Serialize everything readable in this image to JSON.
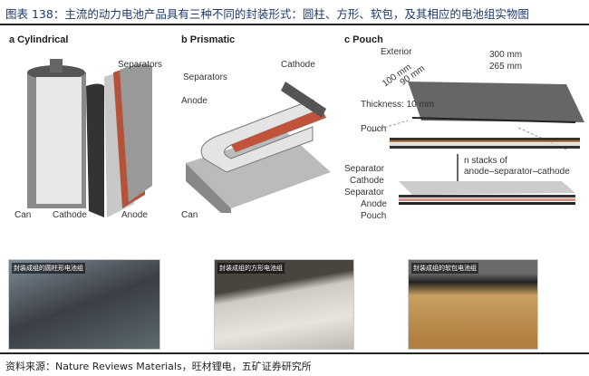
{
  "title": "图表 138：主流的动力电池产品具有三种不同的封装形式：圆柱、方形、软包，及其相应的电池组实物图",
  "panels": {
    "a": {
      "title": "a  Cylindrical",
      "labels": {
        "separators": "Separators",
        "can": "Can",
        "cathode": "Cathode",
        "anode": "Anode"
      }
    },
    "b": {
      "title": "b  Prismatic",
      "labels": {
        "separators": "Separators",
        "cathode": "Cathode",
        "anode": "Anode",
        "can": "Can"
      }
    },
    "c": {
      "title": "c  Pouch",
      "labels": {
        "exterior": "Exterior",
        "len300": "300 mm",
        "len265": "265 mm",
        "w100": "100 mm",
        "w90": "90 mm",
        "thickness": "Thickness: 10 mm",
        "pouch_top": "Pouch",
        "stacks1": "n stacks of",
        "stacks2": "anode–separator–cathode",
        "separator1": "Separator",
        "cathode": "Cathode",
        "separator2": "Separator",
        "anode": "Anode",
        "pouch_bottom": "Pouch"
      }
    }
  },
  "photos": [
    {
      "caption": "封装成组的圆柱形电池组"
    },
    {
      "caption": "封装成组的方形电池组"
    },
    {
      "caption": "封装成组的软包电池组"
    }
  ],
  "source": "资料来源：Nature Reviews Materials，旺材锂电，五矿证券研究所"
}
